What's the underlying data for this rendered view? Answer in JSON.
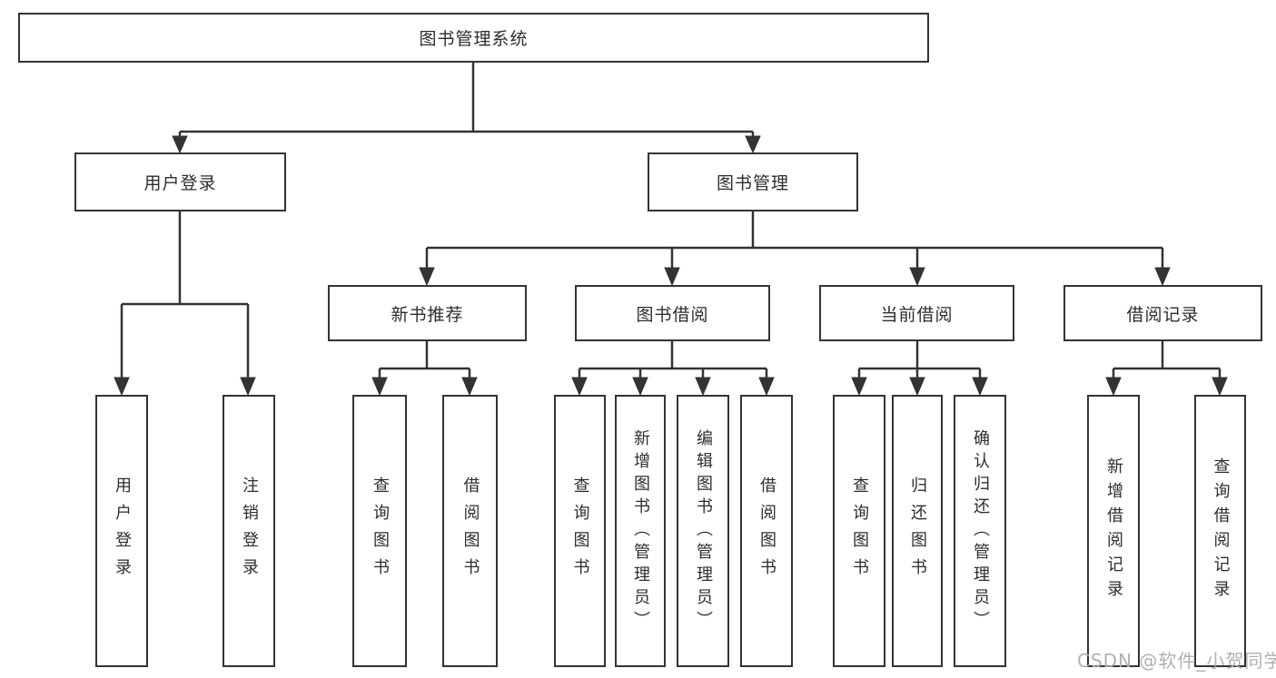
{
  "diagram": {
    "root": {
      "label": "图书管理系统"
    },
    "level2": [
      {
        "label": "用户登录"
      },
      {
        "label": "图书管理"
      }
    ],
    "level3": [
      {
        "label": "新书推荐"
      },
      {
        "label": "图书借阅"
      },
      {
        "label": "当前借阅"
      },
      {
        "label": "借阅记录"
      }
    ],
    "leaves": [
      {
        "label": "用户登录"
      },
      {
        "label": "注销登录"
      },
      {
        "label": "查询图书"
      },
      {
        "label": "借阅图书"
      },
      {
        "label": "查询图书"
      },
      {
        "label": "新增图书（管理员）"
      },
      {
        "label": "编辑图书（管理员）"
      },
      {
        "label": "借阅图书"
      },
      {
        "label": "查询图书"
      },
      {
        "label": "归还图书"
      },
      {
        "label": "确认归还（管理员）"
      },
      {
        "label": "新增借阅记录"
      },
      {
        "label": "查询借阅记录"
      }
    ],
    "watermark": "CSDN @软件_小贺同学",
    "colors": {
      "line": "#333333",
      "box_background": "#ffffff",
      "text": "#2d2d2d",
      "watermark": "#acacac"
    }
  }
}
